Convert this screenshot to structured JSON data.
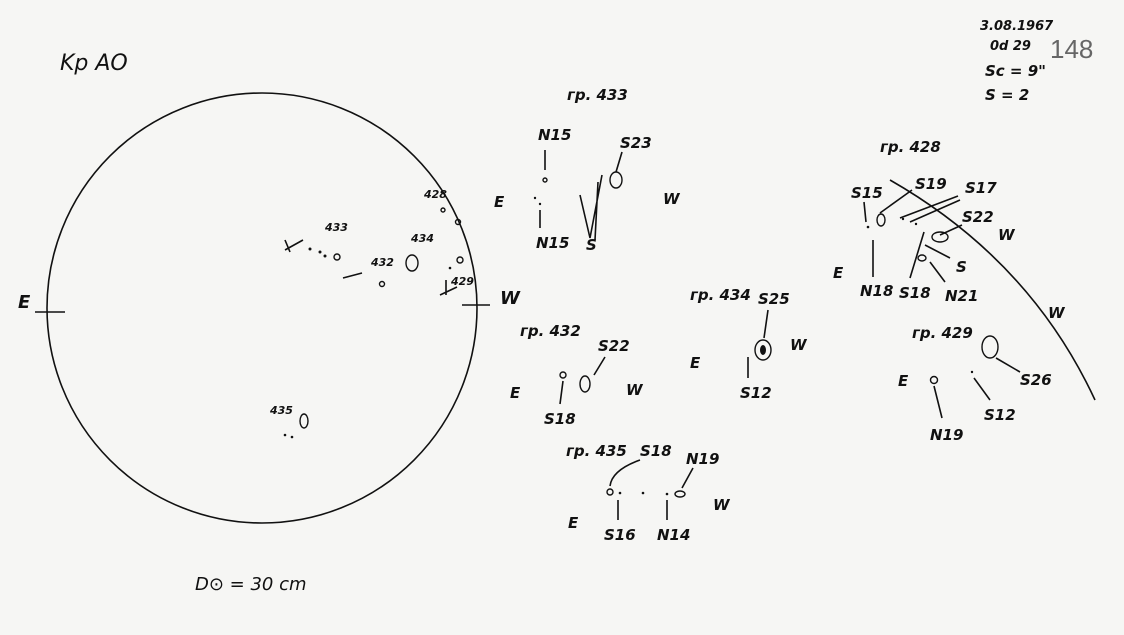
{
  "header": {
    "observatory": "Kp AO",
    "date": "3.08.1967",
    "time": "0d 29",
    "seeing": "Sc = 9\"",
    "s_value": "S = 2",
    "sheet_number": "148"
  },
  "disk": {
    "east": "E",
    "west": "W",
    "groups": [
      "433",
      "432",
      "434",
      "428",
      "429",
      "435"
    ],
    "diameter_label": "D⊙ = 30 cm"
  },
  "details": [
    {
      "title": "гр. 433",
      "labels": [
        "N15",
        "S23",
        "N15",
        "S"
      ],
      "east": "E",
      "west": "W"
    },
    {
      "title": "гр. 428",
      "labels": [
        "S15",
        "S19",
        "S17",
        "S22",
        "S",
        "N18",
        "S18",
        "N21"
      ],
      "east": "E",
      "west": "W"
    },
    {
      "title": "гр. 432",
      "labels": [
        "S22",
        "S18"
      ],
      "east": "E",
      "west": "W"
    },
    {
      "title": "гр. 434",
      "labels": [
        "S25",
        "S12"
      ],
      "east": "E",
      "west": "W"
    },
    {
      "title": "гр. 429",
      "labels": [
        "S26",
        "S12",
        "N19"
      ],
      "east": "E",
      "west": "W"
    },
    {
      "title": "гр. 435",
      "labels": [
        "S18",
        "N19",
        "S16",
        "N14"
      ],
      "east": "E",
      "west": "W"
    }
  ]
}
